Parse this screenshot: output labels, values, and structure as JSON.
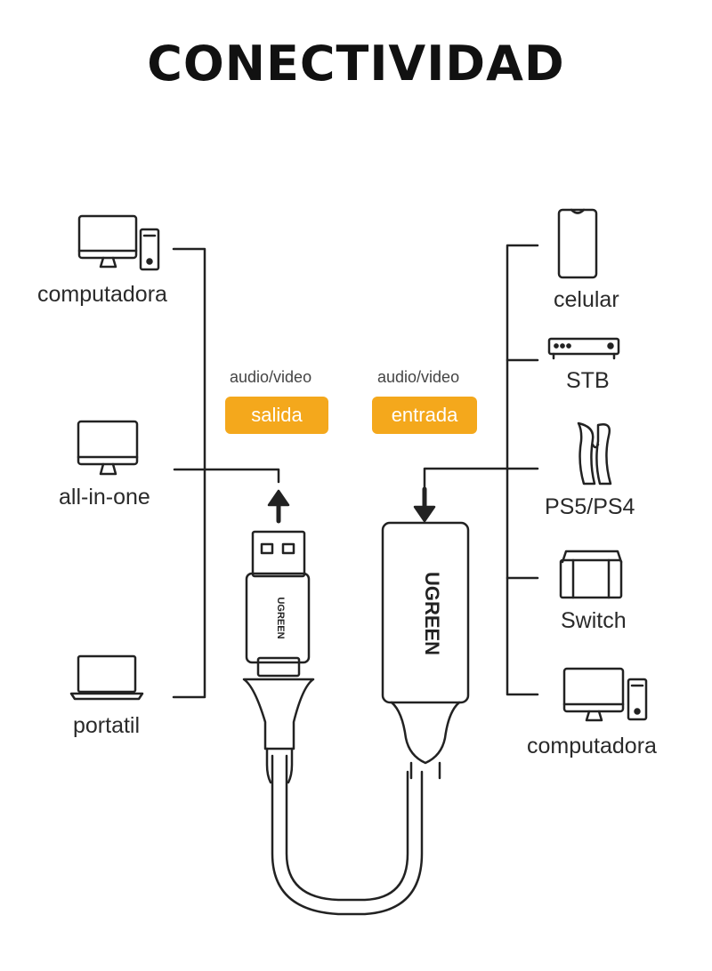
{
  "title": "CONECTIVIDAD",
  "left_devices": {
    "computer": "computadora",
    "all_in_one": "all-in-one",
    "laptop": "portatil"
  },
  "right_devices": {
    "phone": "celular",
    "stb": "STB",
    "playstation": "PS5/PS4",
    "switch": "Switch",
    "computer": "computadora"
  },
  "output": {
    "caption": "audio/video",
    "badge": "salida"
  },
  "input": {
    "caption": "audio/video",
    "badge": "entrada"
  },
  "brand": "UGREEN",
  "colors": {
    "accent": "#f4a81c",
    "line": "#222222"
  },
  "icons": [
    "desktop-computer-icon",
    "all-in-one-icon",
    "laptop-icon",
    "smartphone-icon",
    "set-top-box-icon",
    "playstation-icon",
    "switch-console-icon"
  ]
}
